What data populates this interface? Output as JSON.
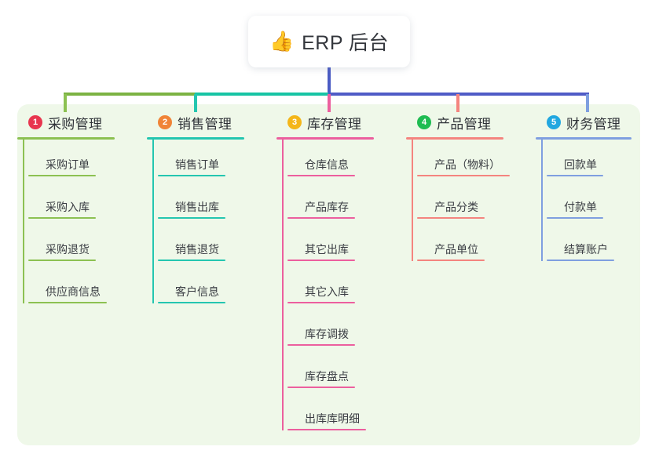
{
  "diagram": {
    "type": "mind-map",
    "title": "ERP 后台",
    "background_color": "#ffffff",
    "panel_color": "#eff8e9"
  },
  "root": {
    "icon": "thumbs-up-icon",
    "icon_glyph": "👍",
    "label": "ERP 后台",
    "card_color": "#ffffff",
    "stem_color": "#4a5bc4"
  },
  "trunk": {
    "segments": [
      {
        "name": "trunk-left-green",
        "color": "#7cb342"
      },
      {
        "name": "trunk-mid-teal",
        "color": "#16c4a4"
      },
      {
        "name": "trunk-right-blue",
        "color": "#4f5bc6"
      }
    ]
  },
  "branches": [
    {
      "number": "1",
      "badge_color": "#e8364f",
      "line_color": "#8cc152",
      "title": "采购管理",
      "items": [
        {
          "label": "采购订单",
          "rule_width": 86
        },
        {
          "label": "采购入库",
          "rule_width": 86
        },
        {
          "label": "采购退货",
          "rule_width": 86
        },
        {
          "label": "供应商信息",
          "rule_width": 100
        }
      ]
    },
    {
      "number": "2",
      "badge_color": "#f08437",
      "line_color": "#24c6b0",
      "title": "销售管理",
      "items": [
        {
          "label": "销售订单",
          "rule_width": 86
        },
        {
          "label": "销售出库",
          "rule_width": 86
        },
        {
          "label": "销售退货",
          "rule_width": 86
        },
        {
          "label": "客户信息",
          "rule_width": 86
        }
      ]
    },
    {
      "number": "3",
      "badge_color": "#f4b619",
      "line_color": "#ec5f9e",
      "title": "库存管理",
      "items": [
        {
          "label": "仓库信息",
          "rule_width": 86
        },
        {
          "label": "产品库存",
          "rule_width": 86
        },
        {
          "label": "其它出库",
          "rule_width": 86
        },
        {
          "label": "其它入库",
          "rule_width": 86
        },
        {
          "label": "库存调拨",
          "rule_width": 86
        },
        {
          "label": "库存盘点",
          "rule_width": 86
        },
        {
          "label": "出库库明细",
          "rule_width": 100
        }
      ]
    },
    {
      "number": "4",
      "badge_color": "#1fbc52",
      "line_color": "#f4847f",
      "title": "产品管理",
      "items": [
        {
          "label": "产品（物料）",
          "rule_width": 118
        },
        {
          "label": "产品分类",
          "rule_width": 86
        },
        {
          "label": "产品单位",
          "rule_width": 86
        }
      ]
    },
    {
      "number": "5",
      "badge_color": "#21a7e0",
      "line_color": "#7f9fe0",
      "title": "财务管理",
      "items": [
        {
          "label": "回款单",
          "rule_width": 72
        },
        {
          "label": "付款单",
          "rule_width": 72
        },
        {
          "label": "结算账户",
          "rule_width": 86
        }
      ]
    }
  ]
}
